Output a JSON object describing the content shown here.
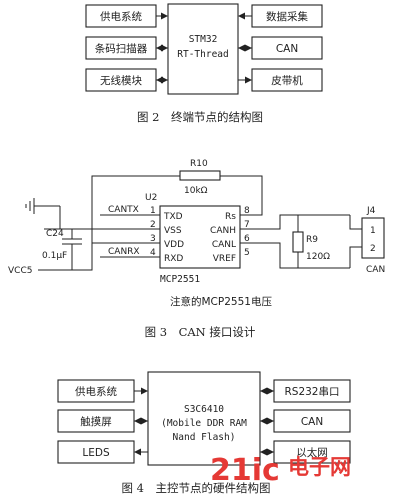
{
  "fig2": {
    "center_line1": "STM32",
    "center_line2": "RT-Thread",
    "left": [
      "供电系统",
      "条码扫描器",
      "无线模块"
    ],
    "right": [
      "数据采集",
      "CAN",
      "皮带机"
    ],
    "caption": "图 2　终端节点的结构图"
  },
  "fig3": {
    "r10_label": "R10",
    "r10_value": "10kΩ",
    "u2": "U2",
    "chip": "MCP2551",
    "pins_left": [
      "TXD",
      "VSS",
      "VDD",
      "RXD"
    ],
    "pins_left_num": [
      "1",
      "2",
      "3",
      "4"
    ],
    "pins_right": [
      "Rs",
      "CANH",
      "CANL",
      "VREF"
    ],
    "pins_right_num": [
      "8",
      "7",
      "6",
      "5"
    ],
    "net_cantx": "CANTX",
    "net_canrx": "CANRX",
    "c24_label": "C24",
    "c24_value": "0.1μF",
    "vcc": "VCC5",
    "r9_label": "R9",
    "r9_value": "120Ω",
    "j4": "J4",
    "j4_pins": [
      "1",
      "2"
    ],
    "connector": "CAN",
    "note": "注意的MCP2551电压",
    "caption": "图 3　CAN 接口设计"
  },
  "fig4": {
    "center_line1": "S3C6410",
    "center_line2": "(Mobile DDR RAM",
    "center_line3": "Nand Flash)",
    "left": [
      "供电系统",
      "触摸屏",
      "LEDS"
    ],
    "right": [
      "RS232串口",
      "CAN",
      "以太网"
    ],
    "caption": "图 4　主控节点的硬件结构图"
  },
  "watermark": {
    "brand": "21ic",
    "cn": "电子网"
  }
}
